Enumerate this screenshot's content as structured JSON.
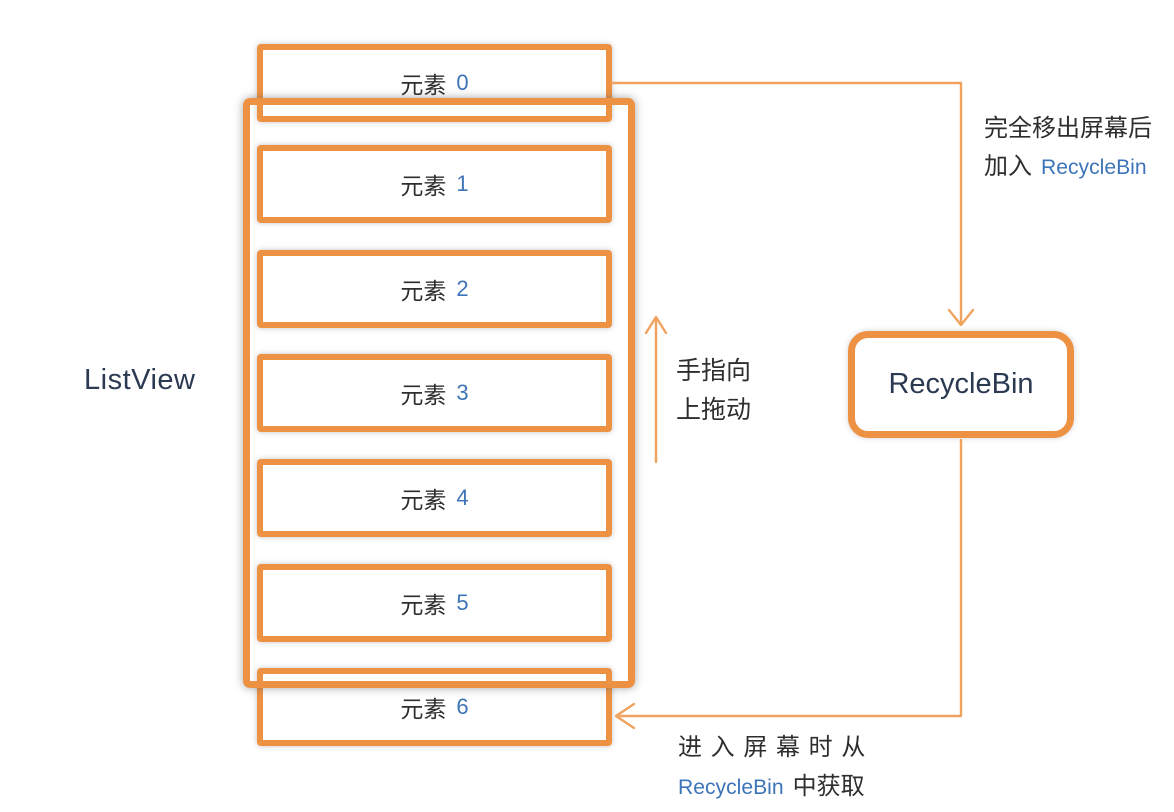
{
  "colors": {
    "border_orange": "#ED9143",
    "arrow_orange": "#F0A35E",
    "blue_accent": "#3E74B8",
    "text_dark": "#2E2E2E",
    "title_dark": "#2B3A52"
  },
  "listview": {
    "title": "ListView",
    "items": [
      {
        "label": "元素",
        "num": "0"
      },
      {
        "label": "元素",
        "num": "1"
      },
      {
        "label": "元素",
        "num": "2"
      },
      {
        "label": "元素",
        "num": "3"
      },
      {
        "label": "元素",
        "num": "4"
      },
      {
        "label": "元素",
        "num": "5"
      },
      {
        "label": "元素",
        "num": "6"
      }
    ]
  },
  "recyclebin": {
    "label": "RecycleBin"
  },
  "annotations": {
    "drag": {
      "line1": "手指向",
      "line2": "上拖动"
    },
    "to_bin": {
      "line1": "完全移出屏幕后",
      "line2_prefix": "加入",
      "line2_keyword": "RecycleBin"
    },
    "from_bin": {
      "line1": "进 入 屏 幕 时 从",
      "line2_keyword": "RecycleBin",
      "line2_suffix": "中获取"
    }
  }
}
